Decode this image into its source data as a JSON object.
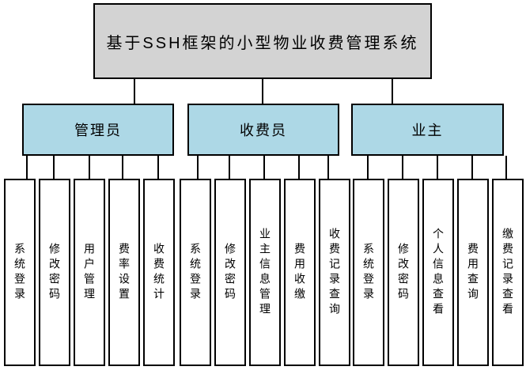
{
  "colors": {
    "canvas_bg": "#ffffff",
    "root_fill": "#d3d3d3",
    "role_fill": "#add8e6",
    "leaf_fill": "#ffffff",
    "line": "#000000"
  },
  "tree": {
    "root": "基于SSH框架的小型物业收费管理系统",
    "groups": [
      {
        "label": "管理员",
        "leaves": [
          "系统登录",
          "修改密码",
          "用户管理",
          "费率设置",
          "收费统计"
        ]
      },
      {
        "label": "收费员",
        "leaves": [
          "系统登录",
          "修改密码",
          "业主信息管理",
          "费用收缴",
          "收费记录查询"
        ]
      },
      {
        "label": "业主",
        "leaves": [
          "系统登录",
          "修改密码",
          "个人信息查看",
          "费用查询",
          "缴费记录查看"
        ]
      }
    ]
  }
}
